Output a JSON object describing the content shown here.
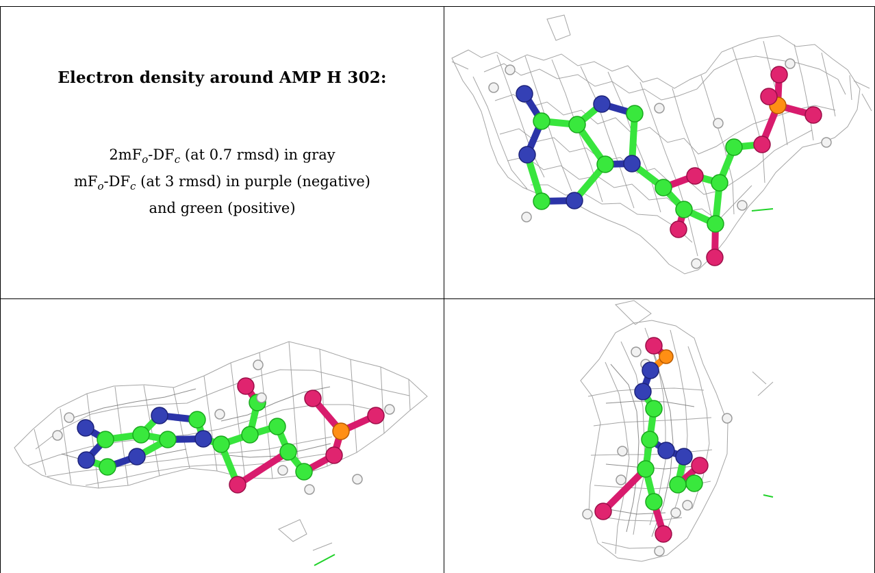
{
  "caption": {
    "title": "Electron density around AMP H 302:",
    "line1_parts": [
      "2mF",
      "o",
      "-DF",
      "c",
      " (at 0.7 rmsd) in gray"
    ],
    "line2_parts": [
      "mF",
      "o",
      "-DF",
      "c",
      " (at 3 rmsd) in purple (negative)"
    ],
    "line3": "and green (positive)"
  },
  "colors": {
    "mesh_gray": "#9a9a9a",
    "carbon": "#39e83d",
    "nitrogen": "#3440b5",
    "oxygen": "#e0246f",
    "phosphorus": "#ff8f14",
    "hydrogen": "#f2f2f2",
    "positive_density": "#21d22a"
  },
  "panels": [
    {
      "view": "top-right",
      "icon": "molecule-density-icon"
    },
    {
      "view": "bottom-left",
      "icon": "molecule-density-icon"
    },
    {
      "view": "bottom-right",
      "icon": "molecule-density-icon"
    }
  ]
}
